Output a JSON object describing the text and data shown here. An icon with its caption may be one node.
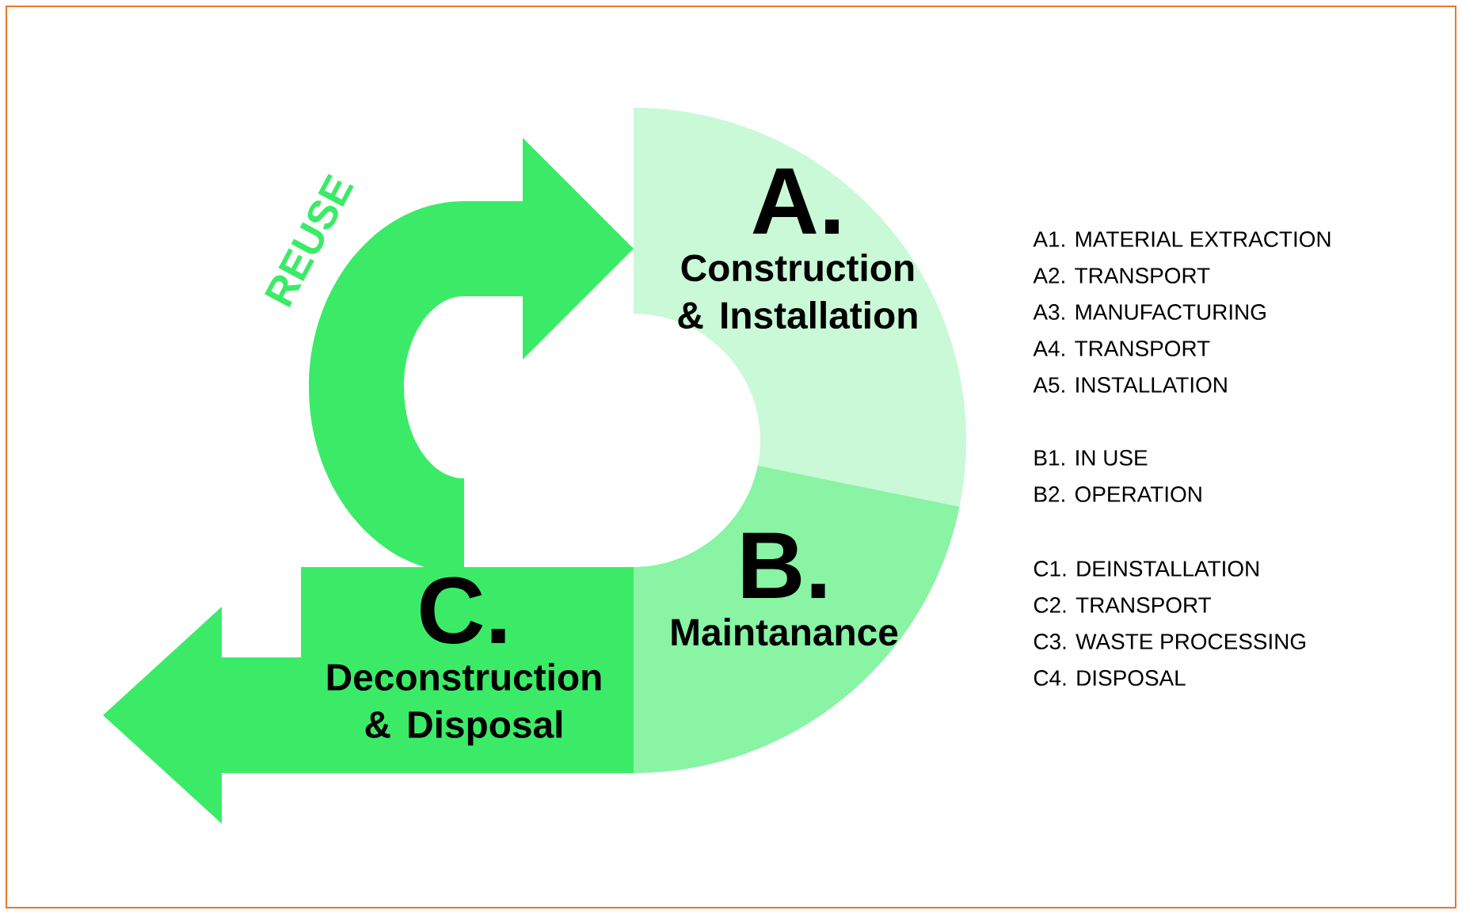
{
  "diagram": {
    "nodes": [
      {
        "text": [
          "A.",
          "Construction & Installation"
        ]
      },
      {
        "text": [
          "B.",
          "Maintanance"
        ]
      },
      {
        "text": [
          "C.",
          "Deconstruction & Disposal"
        ]
      }
    ],
    "edges": [
      {
        "from": 2,
        "to": 0,
        "arrow": "to",
        "label": "REUSE"
      },
      {
        "from": 2,
        "to": null,
        "arrow": "to"
      }
    ],
    "labels": [
      "A1. MATERIAL EXTRACTION",
      "A2. TRANSPORT",
      "A3. MANUFACTURING",
      "A4. TRANSPORT",
      "A5. INSTALLATION",
      "B1. IN USE",
      "B2. OPERATION",
      "C1. DEINSTALLATION",
      "C2. TRANSPORT",
      "C3. WASTE PROCESSING",
      "C4. DISPOSAL"
    ]
  }
}
